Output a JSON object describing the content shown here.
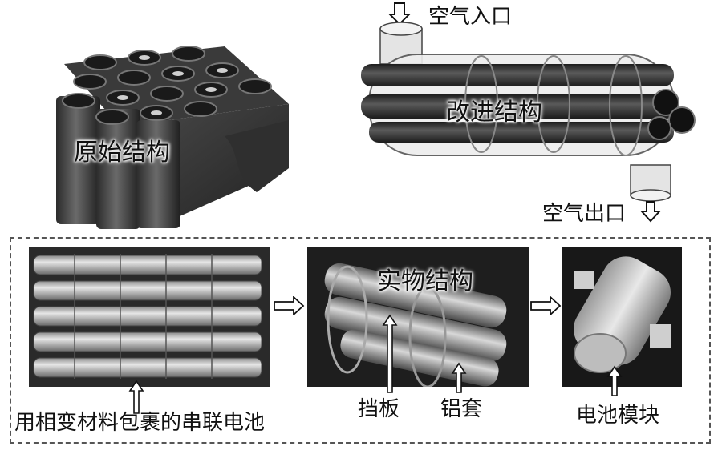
{
  "labels": {
    "original_structure": "原始结构",
    "improved_structure": "改进结构",
    "air_inlet": "空气入口",
    "air_outlet": "空气出口",
    "physical_structure": "实物结构",
    "series_cells_pcm": "用相变材料包裹的串联电池",
    "baffle": "挡板",
    "aluminum_sleeve": "铝套",
    "battery_module": "电池模块"
  },
  "colors": {
    "dark_gray": "#3a3a3a",
    "background": "#ffffff",
    "dashed_border": "#555555"
  }
}
